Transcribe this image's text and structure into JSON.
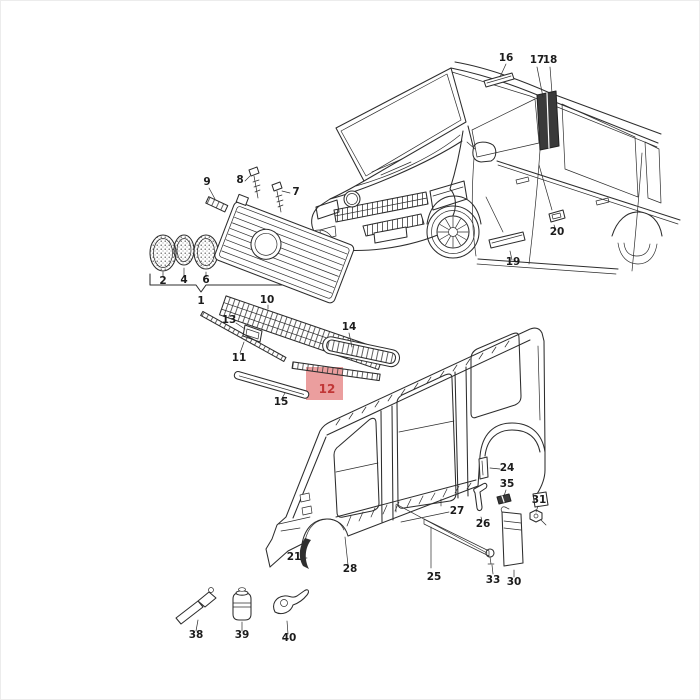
{
  "diagram_type": "vehicle-exploded-parts-diagram",
  "highlight": {
    "selected_part": "12",
    "box_color": "#eb9e9e",
    "label_color": "#c13636"
  },
  "colors": {
    "background": "#ffffff",
    "line": "#2d2d2d",
    "frame_border": "#ececec"
  },
  "labels": {
    "1": "1",
    "2": "2",
    "4": "4",
    "6": "6",
    "7": "7",
    "8": "8",
    "9": "9",
    "10": "10",
    "11": "11",
    "12": "12",
    "13": "13",
    "14": "14",
    "15": "15",
    "16": "16",
    "17": "17",
    "18": "18",
    "19": "19",
    "20": "20",
    "21": "21",
    "24": "24",
    "25": "25",
    "26": "26",
    "27": "27",
    "28": "28",
    "30": "30",
    "31": "31",
    "33": "33",
    "35": "35",
    "38": "38",
    "39": "39",
    "40": "40"
  },
  "sections": {
    "front_van_view": {
      "callouts": [
        "16",
        "17",
        "18",
        "19",
        "20"
      ]
    },
    "grille_exploded_view": {
      "callouts": [
        "1",
        "2",
        "4",
        "6",
        "7",
        "8",
        "9",
        "10",
        "11",
        "12",
        "13",
        "14",
        "15"
      ]
    },
    "body_side_panel_view": {
      "callouts": [
        "21",
        "24",
        "25",
        "26",
        "27",
        "28",
        "30",
        "31",
        "33",
        "35"
      ]
    },
    "consumable_parts": {
      "callouts": [
        "38",
        "39",
        "40"
      ]
    }
  }
}
